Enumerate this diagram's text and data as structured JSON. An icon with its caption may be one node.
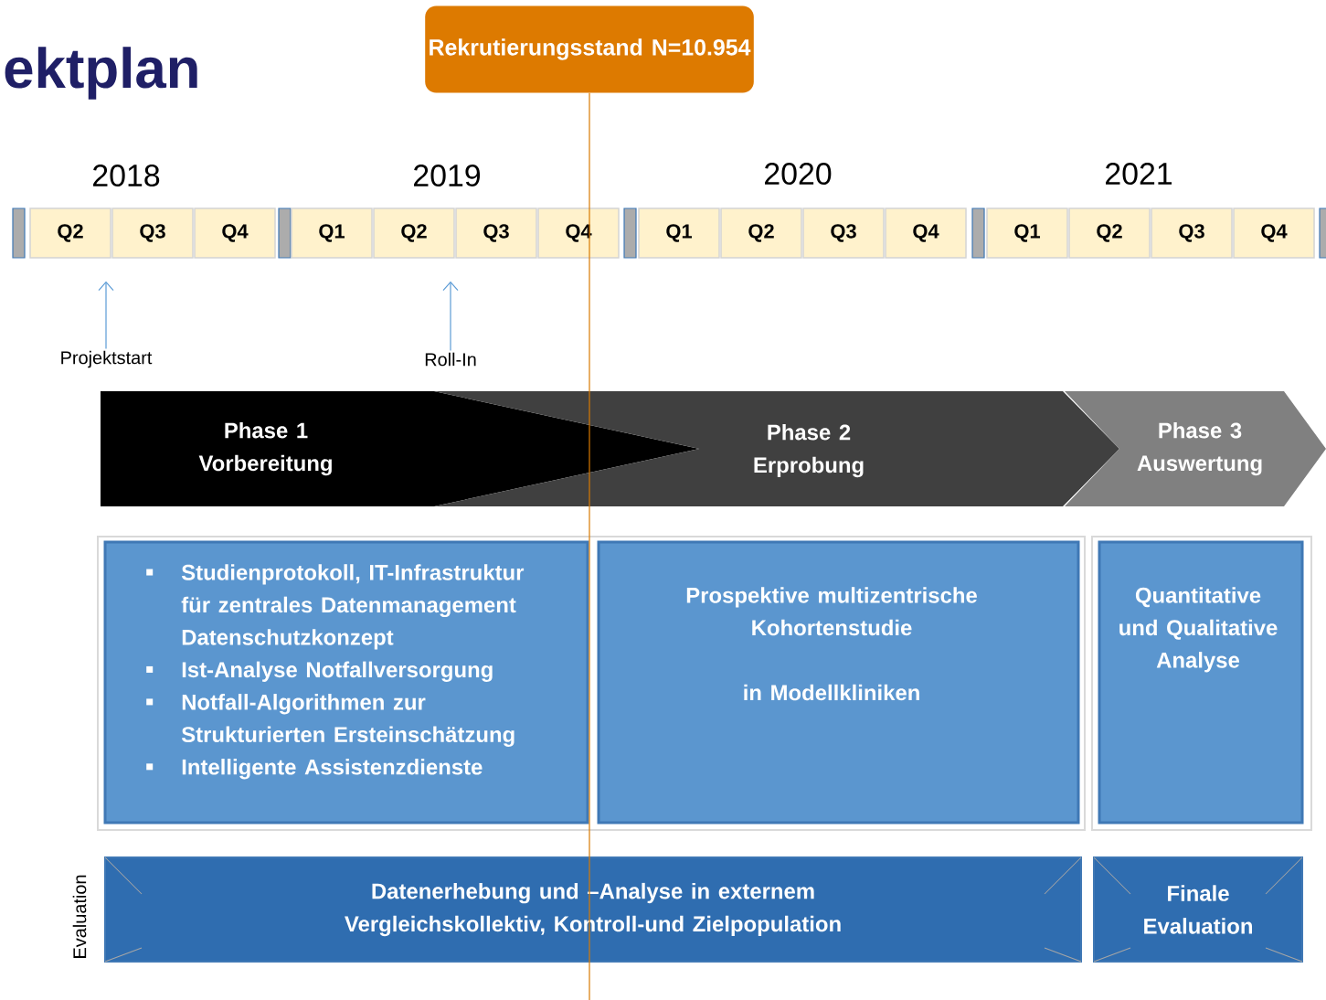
{
  "diagram": {
    "title": "ektplan",
    "nodes": [
      {
        "text": [
          "Rekrutierungsstand N=10.954"
        ]
      },
      {
        "text": [
          "Q2"
        ]
      },
      {
        "text": [
          "Q3"
        ]
      },
      {
        "text": [
          "Q4"
        ]
      },
      {
        "text": [
          "Q1"
        ]
      },
      {
        "text": [
          "Q2"
        ]
      },
      {
        "text": [
          "Q3"
        ]
      },
      {
        "text": [
          "Q4"
        ]
      },
      {
        "text": [
          "Q1"
        ]
      },
      {
        "text": [
          "Q2"
        ]
      },
      {
        "text": [
          "Q3"
        ]
      },
      {
        "text": [
          "Q4"
        ]
      },
      {
        "text": [
          "Q1"
        ]
      },
      {
        "text": [
          "Q2"
        ]
      },
      {
        "text": [
          "Q3"
        ]
      },
      {
        "text": [
          "Q4"
        ]
      },
      {
        "text": [
          "Projektstart"
        ]
      },
      {
        "text": [
          "Roll-In"
        ]
      },
      {
        "text": [
          "Phase 1",
          "Vorbereitung"
        ]
      },
      {
        "text": [
          "Phase 2",
          "Erprobung"
        ]
      },
      {
        "text": [
          "Phase 3",
          "Auswertung"
        ]
      },
      {
        "text": [
          "Studienprotokoll, IT-Infrastruktur für zentrales Datenmanagement Datenschutzkonzept",
          "Ist-Analyse Notfallversorgung",
          "Notfall-Algorithmen zur Strukturierten Ersteinschätzung",
          "Intelligente Assistenzdienste"
        ]
      },
      {
        "text": [
          "Prospektive multizentrische Kohortenstudie",
          "in Modellkliniken"
        ]
      },
      {
        "text": [
          "Quantitative und Qualitative Analyse"
        ]
      },
      {
        "text": [
          "Datenerhebung und –Analyse in externem Vergleichskollektiv, Kontroll-und Zielpopulation"
        ]
      },
      {
        "text": [
          "Finale Evaluation"
        ]
      }
    ],
    "edges": [
      {
        "from": 16,
        "to": 1,
        "arrow": "to"
      },
      {
        "from": 17,
        "to": 5,
        "arrow": "to"
      },
      {
        "from": 0,
        "to": null,
        "arrow": "none",
        "color": "#d97a00"
      }
    ],
    "labels": [
      "2018",
      "2019",
      "2020",
      "2021",
      "Evaluation"
    ]
  }
}
